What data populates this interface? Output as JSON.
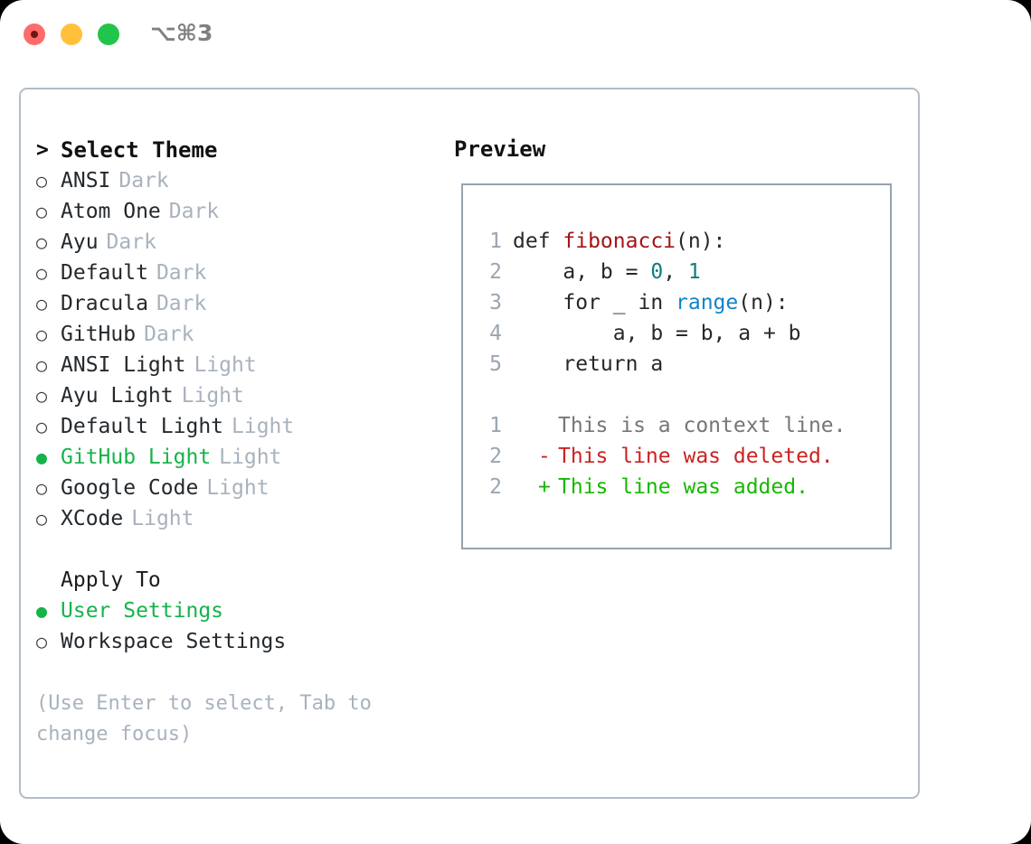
{
  "titlebar": {
    "shortcut": "⌥⌘3",
    "lights": [
      "close-red",
      "minimize-yellow",
      "zoom-green"
    ]
  },
  "theme_panel": {
    "heading": "Select Theme",
    "heading_marker": ">",
    "marker_off": "○",
    "marker_on": "●",
    "items": [
      {
        "name": "ANSI",
        "tag": "Dark",
        "selected": false
      },
      {
        "name": "Atom One",
        "tag": "Dark",
        "selected": false
      },
      {
        "name": "Ayu",
        "tag": "Dark",
        "selected": false
      },
      {
        "name": "Default",
        "tag": "Dark",
        "selected": false
      },
      {
        "name": "Dracula",
        "tag": "Dark",
        "selected": false
      },
      {
        "name": "GitHub",
        "tag": "Dark",
        "selected": false
      },
      {
        "name": "ANSI Light",
        "tag": "Light",
        "selected": false
      },
      {
        "name": "Ayu Light",
        "tag": "Light",
        "selected": false
      },
      {
        "name": "Default Light",
        "tag": "Light",
        "selected": false
      },
      {
        "name": "GitHub Light",
        "tag": "Light",
        "selected": true
      },
      {
        "name": "Google Code",
        "tag": "Light",
        "selected": false
      },
      {
        "name": "XCode",
        "tag": "Light",
        "selected": false
      }
    ]
  },
  "apply_to": {
    "heading": "Apply To",
    "options": [
      {
        "name": "User Settings",
        "selected": true
      },
      {
        "name": "Workspace Settings",
        "selected": false
      }
    ]
  },
  "hint": "(Use Enter to select, Tab to change focus)",
  "preview": {
    "title": "Preview",
    "code_lines": [
      {
        "num": "1",
        "parts": [
          {
            "text": "def ",
            "token": "plain"
          },
          {
            "text": "fibonacci",
            "token": "fn"
          },
          {
            "text": "(n):",
            "token": "plain"
          }
        ]
      },
      {
        "num": "2",
        "parts": [
          {
            "text": "    a, b = ",
            "token": "plain"
          },
          {
            "text": "0",
            "token": "num"
          },
          {
            "text": ", ",
            "token": "plain"
          },
          {
            "text": "1",
            "token": "num"
          }
        ]
      },
      {
        "num": "3",
        "parts": [
          {
            "text": "    for _ in ",
            "token": "plain"
          },
          {
            "text": "range",
            "token": "call"
          },
          {
            "text": "(n):",
            "token": "plain"
          }
        ]
      },
      {
        "num": "4",
        "parts": [
          {
            "text": "        a, b = b, a + b",
            "token": "plain"
          }
        ]
      },
      {
        "num": "5",
        "parts": [
          {
            "text": "    return a",
            "token": "plain"
          }
        ]
      }
    ],
    "diff_lines": [
      {
        "num": "1",
        "marker": " ",
        "text": "This is a context line.",
        "kind": "context"
      },
      {
        "num": "2",
        "marker": "-",
        "text": "This line was deleted.",
        "kind": "deleted"
      },
      {
        "num": "2",
        "marker": "+",
        "text": "This line was added.",
        "kind": "added"
      }
    ]
  },
  "colors": {
    "accent_green": "#16b34a",
    "tag_gray": "#a9b2bd",
    "border": "#b3bcc7",
    "preview_border": "#97a3b0",
    "fn_red": "#a31515",
    "num_teal": "#0f7d7d",
    "call_blue": "#1184c8",
    "diff_deleted": "#cc2222",
    "diff_added": "#16b800",
    "diff_context": "#767676"
  }
}
